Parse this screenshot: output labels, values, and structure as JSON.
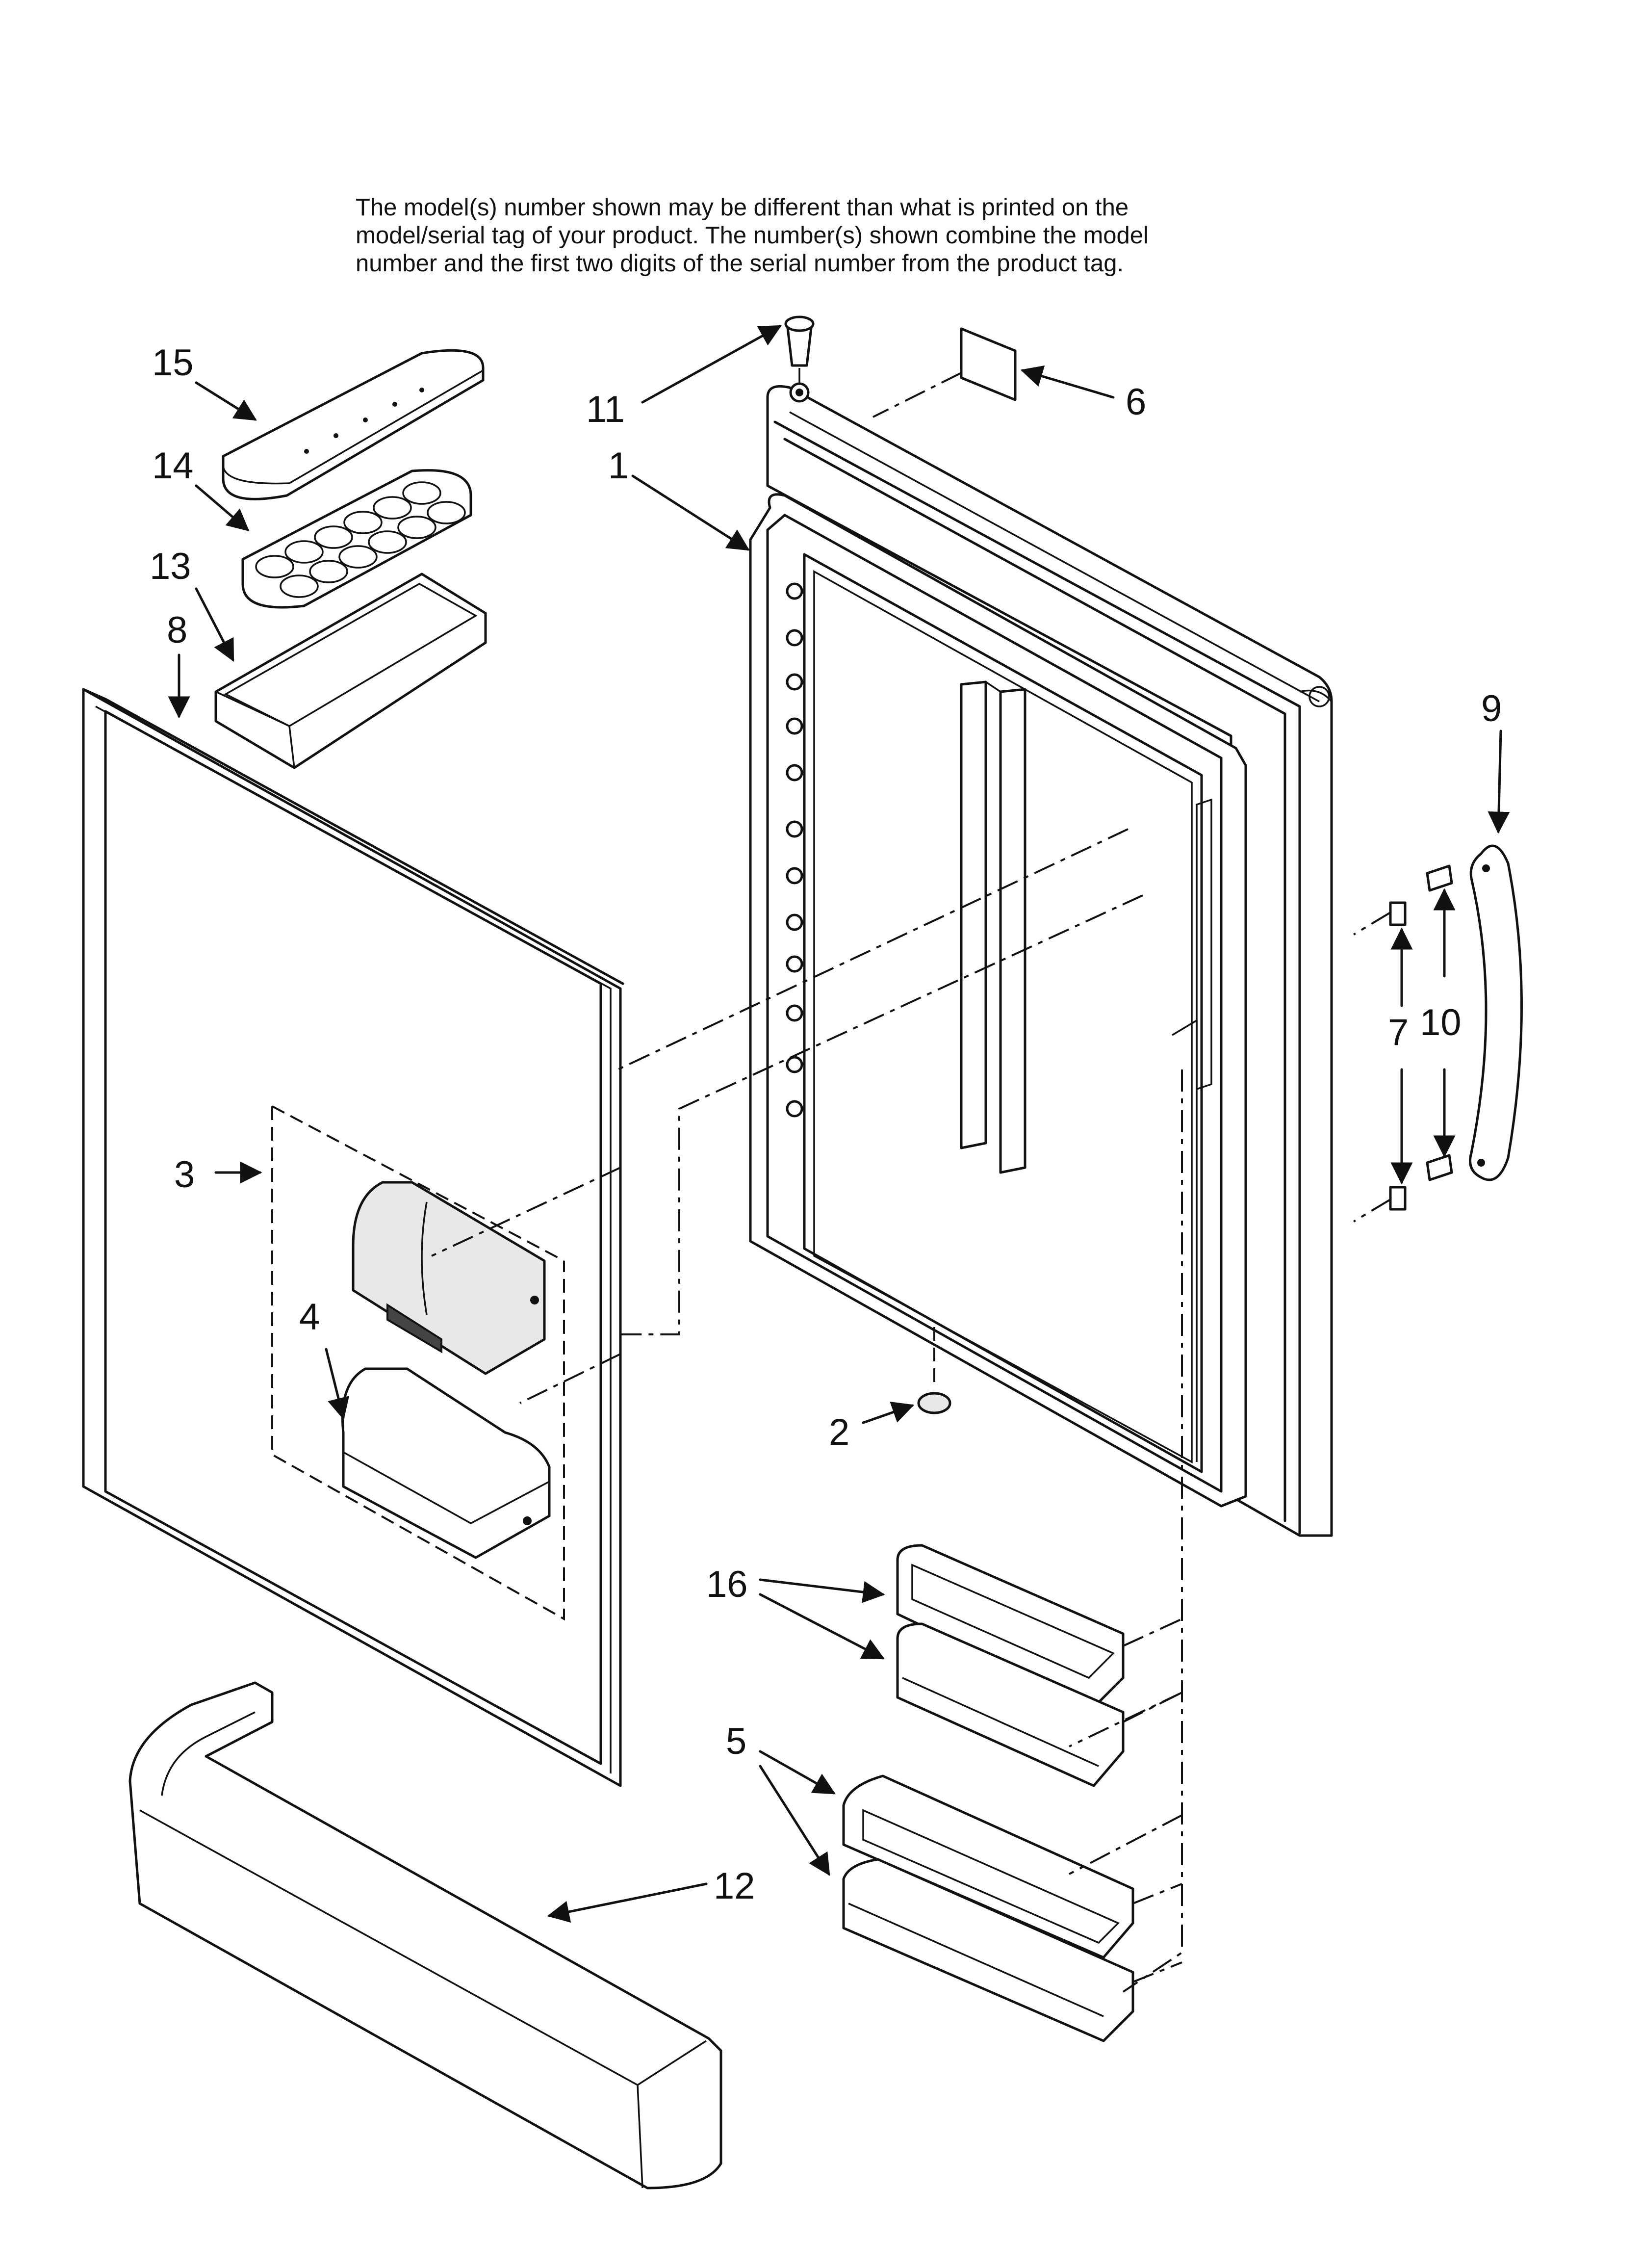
{
  "note": {
    "lines": [
      "The model(s) number shown may be different than what is printed on the",
      "model/serial tag of your product. The number(s) shown combine the model",
      "number and the first two digits of the serial number from the product tag."
    ]
  },
  "callouts": {
    "c1": "1",
    "c2": "2",
    "c3": "3",
    "c4": "4",
    "c5": "5",
    "c6": "6",
    "c7": "7",
    "c8": "8",
    "c9": "9",
    "c10": "10",
    "c11": "11",
    "c12": "12",
    "c13": "13",
    "c14": "14",
    "c15": "15",
    "c16": "16"
  }
}
